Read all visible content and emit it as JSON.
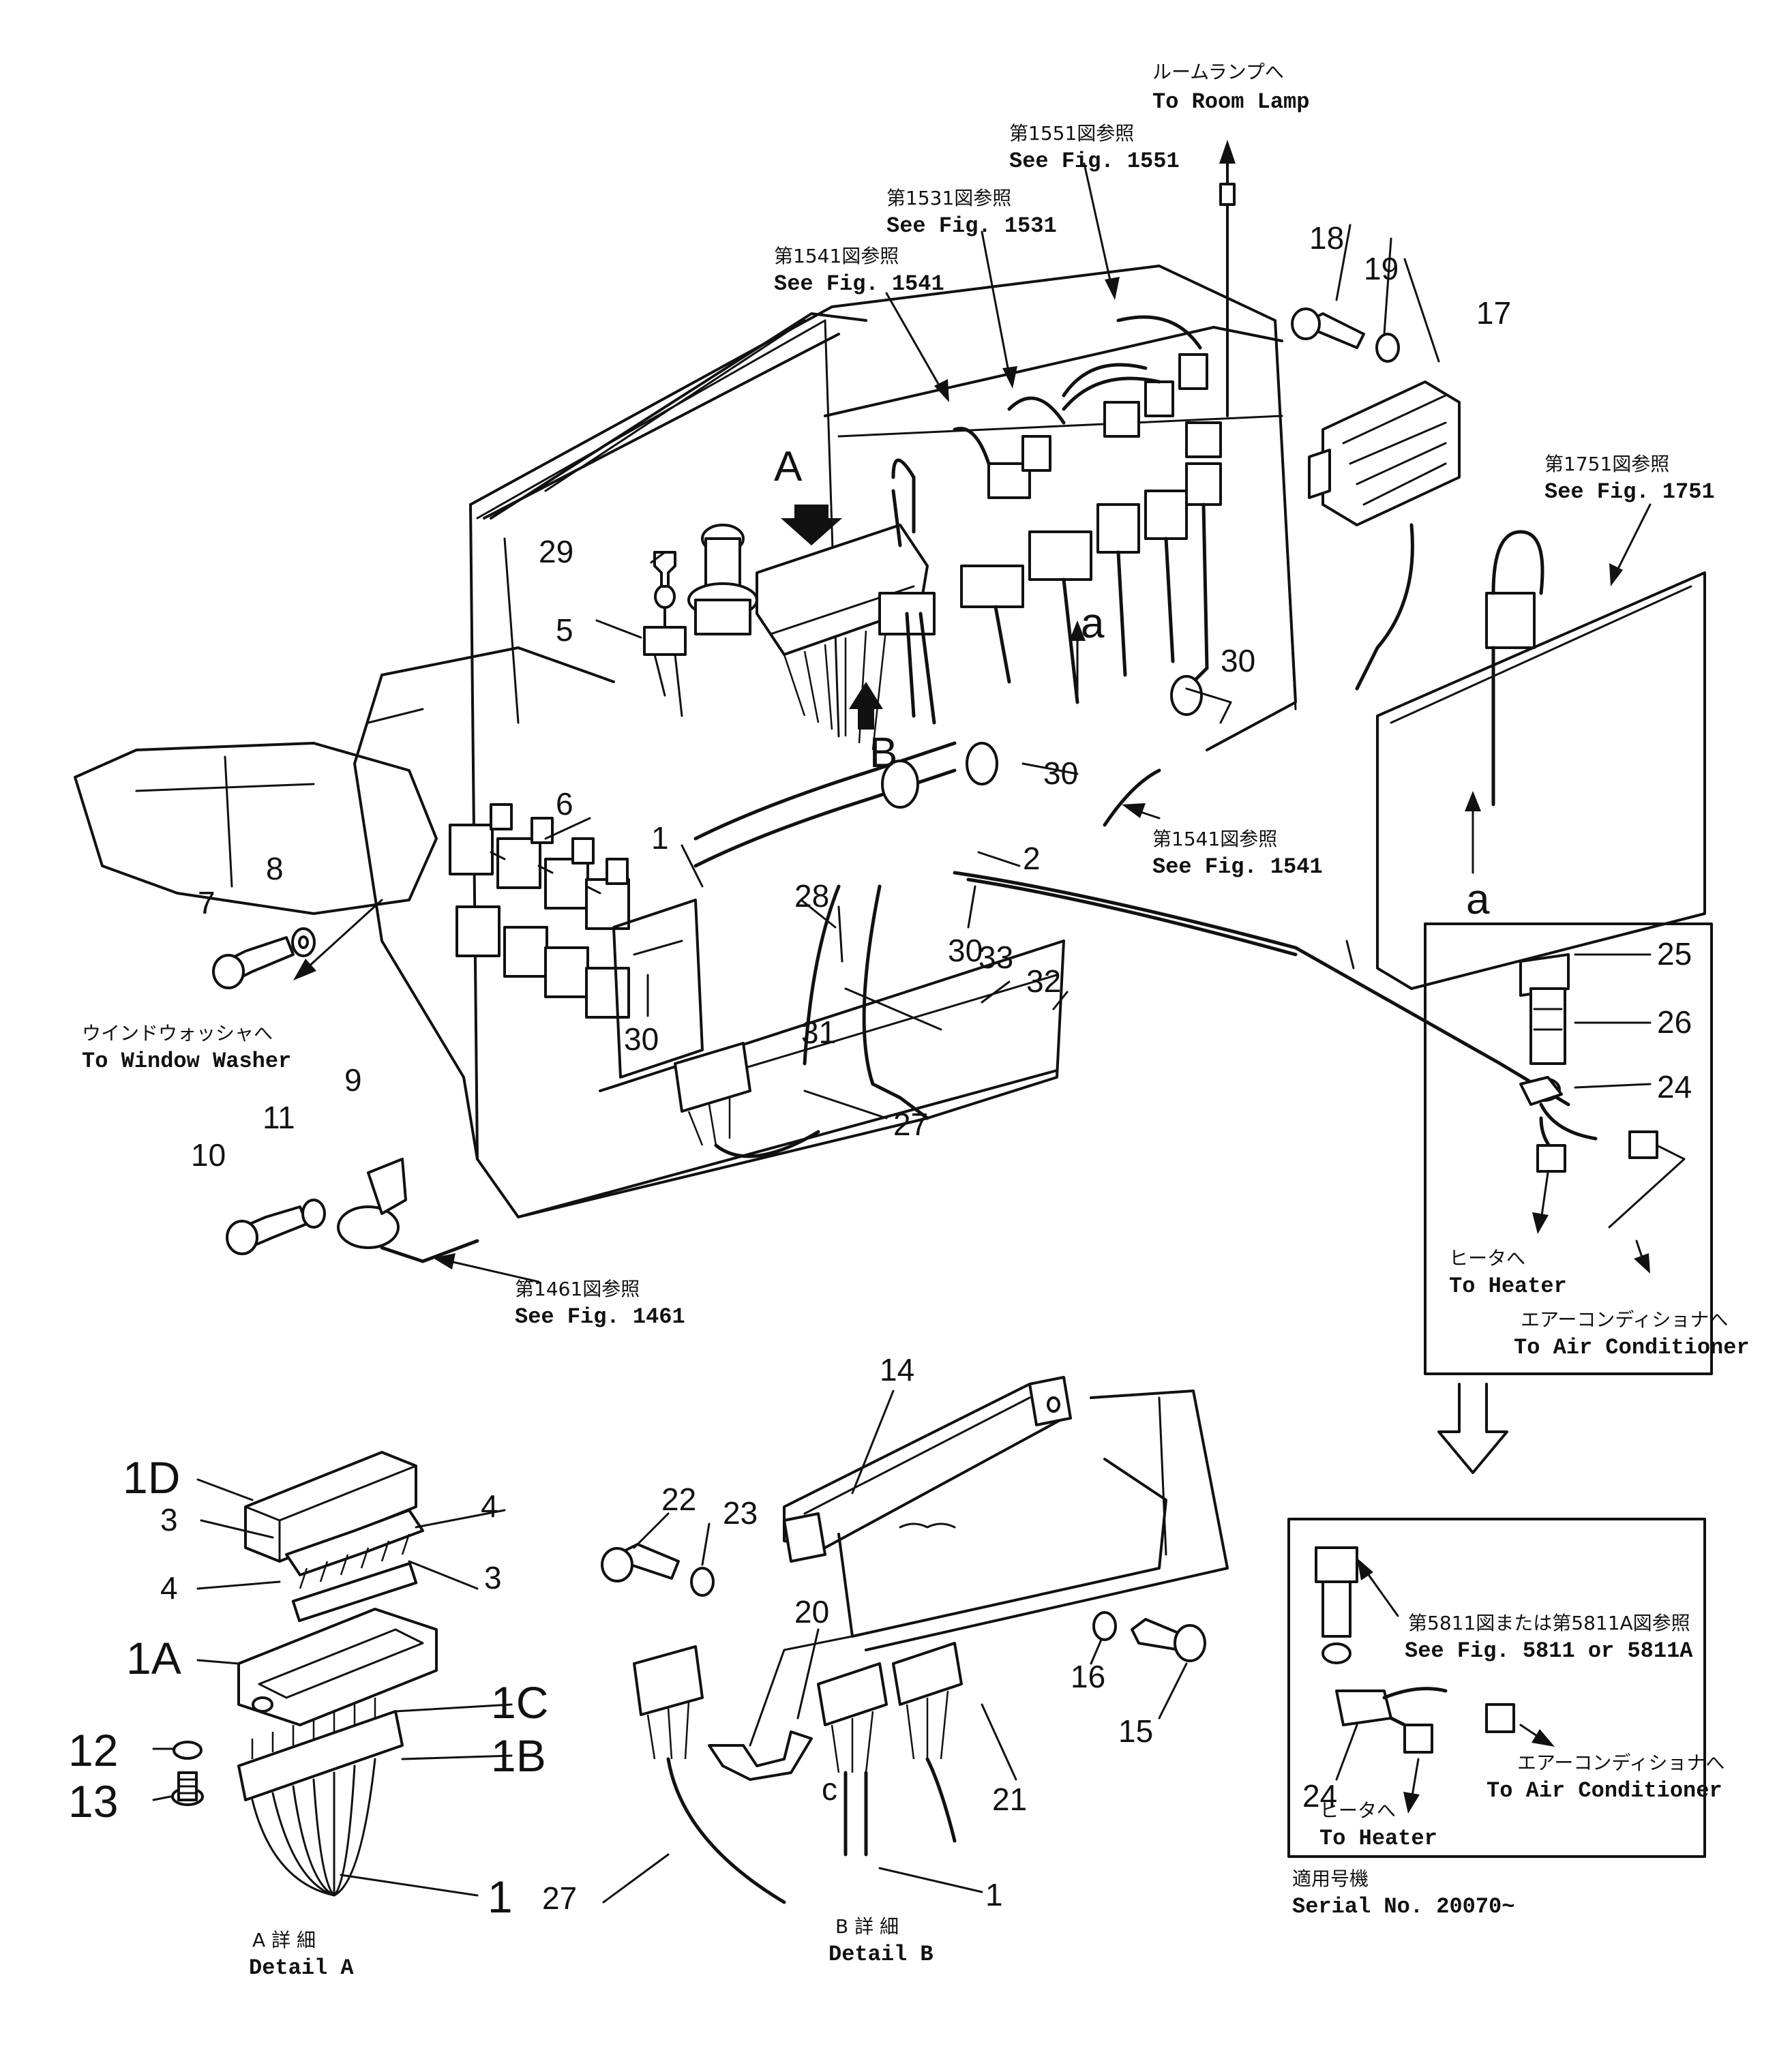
{
  "annotations": {
    "room_lamp_jp": "ルームランプへ",
    "room_lamp_en": "To Room Lamp",
    "fig1551_jp": "第1551図参照",
    "fig1551_en": "See Fig. 1551",
    "fig1531_jp": "第1531図参照",
    "fig1531_en": "See Fig. 1531",
    "fig1541_top_jp": "第1541図参照",
    "fig1541_top_en": "See Fig. 1541",
    "fig1751_jp": "第1751図参照",
    "fig1751_en": "See Fig. 1751",
    "fig1541_mid_jp": "第1541図参照",
    "fig1541_mid_en": "See Fig. 1541",
    "window_washer_jp": "ウインドウォッシャへ",
    "window_washer_en": "To Window Washer",
    "fig1461_jp": "第1461図参照",
    "fig1461_en": "See Fig. 1461",
    "heater1_jp": "ヒータへ",
    "heater1_en": "To Heater",
    "aircon1_jp": "エアーコンディショナへ",
    "aircon1_en": "To Air Conditioner",
    "fig5811_jp": "第5811図または第5811A図参照",
    "fig5811_en": "See Fig. 5811 or 5811A",
    "aircon2_jp": "エアーコンディショナへ",
    "aircon2_en": "To Air Conditioner",
    "heater2_jp": "ヒータへ",
    "heater2_en": "To Heater",
    "serial_jp": "適用号機",
    "serial_en": "Serial No. 20070~",
    "detail_a_jp": "A 詳 細",
    "detail_a_en": "Detail A",
    "detail_b_jp": "B 詳 細",
    "detail_b_en": "Detail B"
  },
  "view_letters": {
    "A": "A",
    "B": "B",
    "a_top": "a",
    "a_right": "a",
    "c": "c"
  },
  "part_numbers": {
    "p1": "1",
    "p2": "2",
    "p5": "5",
    "p6": "6",
    "p7": "7",
    "p8": "8",
    "p9": "9",
    "p10": "10",
    "p11": "11",
    "p17": "17",
    "p18": "18",
    "p19": "19",
    "p24": "24",
    "p25": "25",
    "p26": "26",
    "p27": "27",
    "p28": "28",
    "p29": "29",
    "p30a": "30",
    "p30b": "30",
    "p30c": "30",
    "p30d": "30",
    "p31": "31",
    "p32": "32",
    "p33": "33",
    "p1D": "1D",
    "p3a": "3",
    "p4a": "4",
    "p4b": "4",
    "p3b": "3",
    "p1A": "1A",
    "p1C": "1C",
    "p1B": "1B",
    "p12": "12",
    "p13": "13",
    "p1_detailA": "1",
    "p14": "14",
    "p22": "22",
    "p23": "23",
    "p20": "20",
    "p16": "16",
    "p15": "15",
    "p21": "21",
    "p27b": "27",
    "p1_detailB": "1",
    "p24b": "24"
  }
}
